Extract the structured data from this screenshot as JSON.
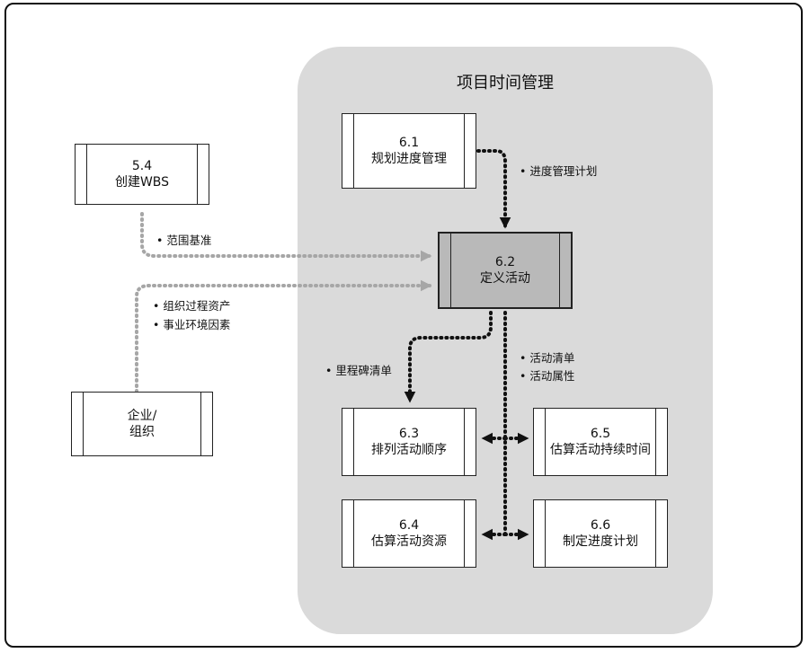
{
  "panel": {
    "title": "项目时间管理"
  },
  "external": {
    "wbs": {
      "num": "5.4",
      "label": "创建WBS"
    },
    "org": {
      "line1": "企业/",
      "line2": "组织"
    }
  },
  "processes": {
    "p61": {
      "num": "6.1",
      "label": "规划进度管理"
    },
    "p62": {
      "num": "6.2",
      "label": "定义活动"
    },
    "p63": {
      "num": "6.3",
      "label": "排列活动顺序"
    },
    "p64": {
      "num": "6.4",
      "label": "估算活动资源"
    },
    "p65": {
      "num": "6.5",
      "label": "估算活动持续时间"
    },
    "p66": {
      "num": "6.6",
      "label": "制定进度计划"
    }
  },
  "flows": {
    "schedule_plan": "• 进度管理计划",
    "scope_baseline": "• 范围基准",
    "org_assets": "• 组织过程资产",
    "env_factors": "• 事业环境因素",
    "milestone_list": "• 里程碑清单",
    "activity_list": "• 活动清单",
    "activity_attrs": "• 活动属性"
  },
  "colors": {
    "panel_bg": "#dadada",
    "highlight_box": "#b9b9b9",
    "input_arrow": "#a6a6a6",
    "output_arrow": "#111111"
  }
}
